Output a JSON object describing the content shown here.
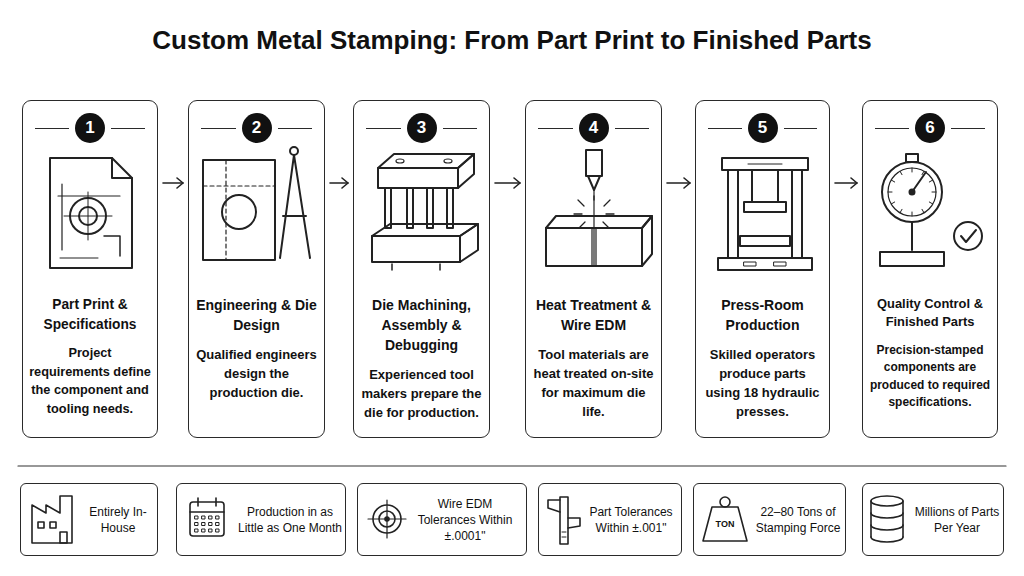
{
  "diagram": {
    "title": "Custom Metal Stamping: From Part Print to Finished Parts",
    "nodes": [
      {
        "text": [
          "1",
          "Part Print & Specifications",
          "Project requirements define the component and tooling needs."
        ]
      },
      {
        "text": [
          "2",
          "Engineering & Die Design",
          "Qualified engineers design the production die."
        ]
      },
      {
        "text": [
          "3",
          "Die Machining, Assembly & Debugging",
          "Experienced tool makers prepare the die for production."
        ]
      },
      {
        "text": [
          "4",
          "Heat Treatment & Wire EDM",
          "Tool materials are heat treated on-site for maximum die life."
        ]
      },
      {
        "text": [
          "5",
          "Press-Room Production",
          "Skilled operators produce parts using 18 hydraulic presses."
        ]
      },
      {
        "text": [
          "6",
          "Quality Control & Finished Parts",
          "Precision-stamped components are produced to required specifications."
        ]
      },
      {
        "text": [
          "Entirely In-House"
        ]
      },
      {
        "text": [
          "Production in as Little as One Month"
        ]
      },
      {
        "text": [
          "Wire EDM Tolerances Within ±.0001\""
        ]
      },
      {
        "text": [
          "Part Tolerances Within ±.001\""
        ]
      },
      {
        "text": [
          "22–80 Tons of Stamping Force"
        ]
      },
      {
        "text": [
          "Millions of Parts Per Year"
        ]
      }
    ],
    "edges": [
      {
        "from": 0,
        "to": 1,
        "arrow": "to"
      },
      {
        "from": 1,
        "to": 2,
        "arrow": "to"
      },
      {
        "from": 2,
        "to": 3,
        "arrow": "to"
      },
      {
        "from": 3,
        "to": 4,
        "arrow": "to"
      },
      {
        "from": 4,
        "to": 5,
        "arrow": "to"
      }
    ],
    "labels": [
      "TON"
    ]
  }
}
